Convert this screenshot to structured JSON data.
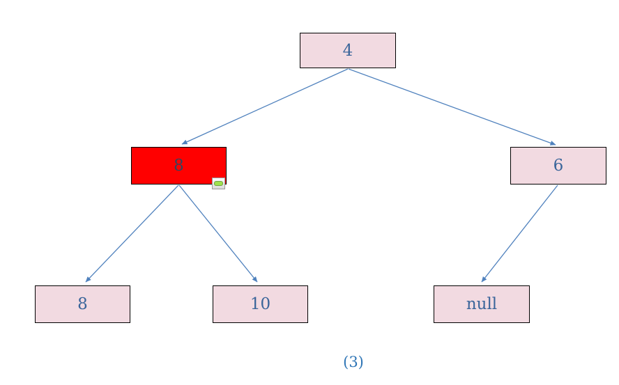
{
  "diagram": {
    "type": "binary-tree",
    "caption": "(3)",
    "nodes": [
      {
        "id": "root",
        "label": "4",
        "highlighted": false
      },
      {
        "id": "left",
        "label": "8",
        "highlighted": true
      },
      {
        "id": "right",
        "label": "6",
        "highlighted": false
      },
      {
        "id": "left-left",
        "label": "8",
        "highlighted": false
      },
      {
        "id": "left-right",
        "label": "10",
        "highlighted": false
      },
      {
        "id": "right-left",
        "label": "null",
        "highlighted": false
      }
    ],
    "edges": [
      {
        "from": "root",
        "to": "left"
      },
      {
        "from": "root",
        "to": "right"
      },
      {
        "from": "left",
        "to": "left-left"
      },
      {
        "from": "left",
        "to": "left-right"
      },
      {
        "from": "right",
        "to": "right-left"
      }
    ],
    "icons": [
      {
        "name": "status-indicator-icon",
        "attached_to": "left",
        "color": "#9FE14E"
      }
    ],
    "colors": {
      "node_fill": "#F2DAE1",
      "highlight_fill": "#FF0000",
      "node_border": "#000000",
      "edge": "#4F81BD",
      "node_text": "#3A659A",
      "caption_text": "#2E75B6"
    }
  }
}
